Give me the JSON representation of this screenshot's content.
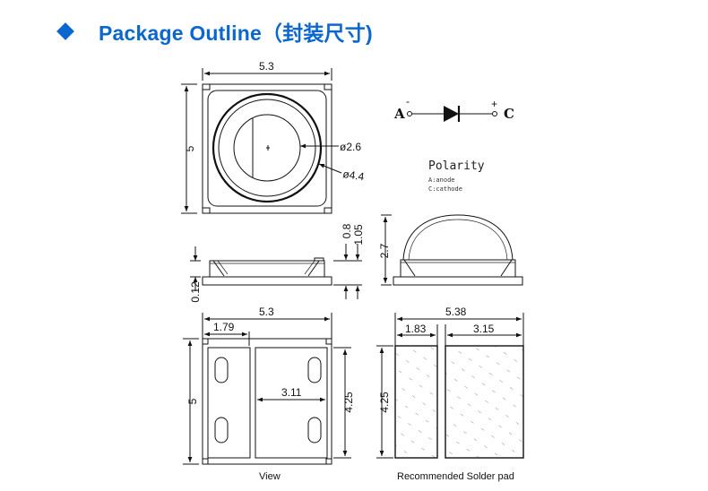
{
  "header": {
    "title": "Package Outline（封装尺寸)",
    "bullet_color": "#0b67d0",
    "title_color": "#0b67d0"
  },
  "top_view": {
    "width_label": "5.3",
    "height_label": "5",
    "lens_inner_label": "ø2.6",
    "lens_outer_label": "ø4.4"
  },
  "polarity": {
    "anode_letter": "A",
    "cathode_letter": "C",
    "minus_sign": "-",
    "plus_sign": "+",
    "title": "Polarity",
    "anode_note": "A:anode",
    "cathode_note": "C:cathode"
  },
  "side_view": {
    "dim_08": "0.8",
    "dim_105": "1.05",
    "dim_012": "0.12",
    "dim_27": "2.7"
  },
  "bottom_view": {
    "width_label": "5.3",
    "pad_label": "1.79",
    "inner_label": "3.11",
    "height_label": "5",
    "pad_height_label": "4.25",
    "caption": "View"
  },
  "solder_pad": {
    "width_label": "5.38",
    "left_label": "1.83",
    "right_label": "3.15",
    "height_label": "4.25",
    "caption": "Recommended Solder pad"
  }
}
